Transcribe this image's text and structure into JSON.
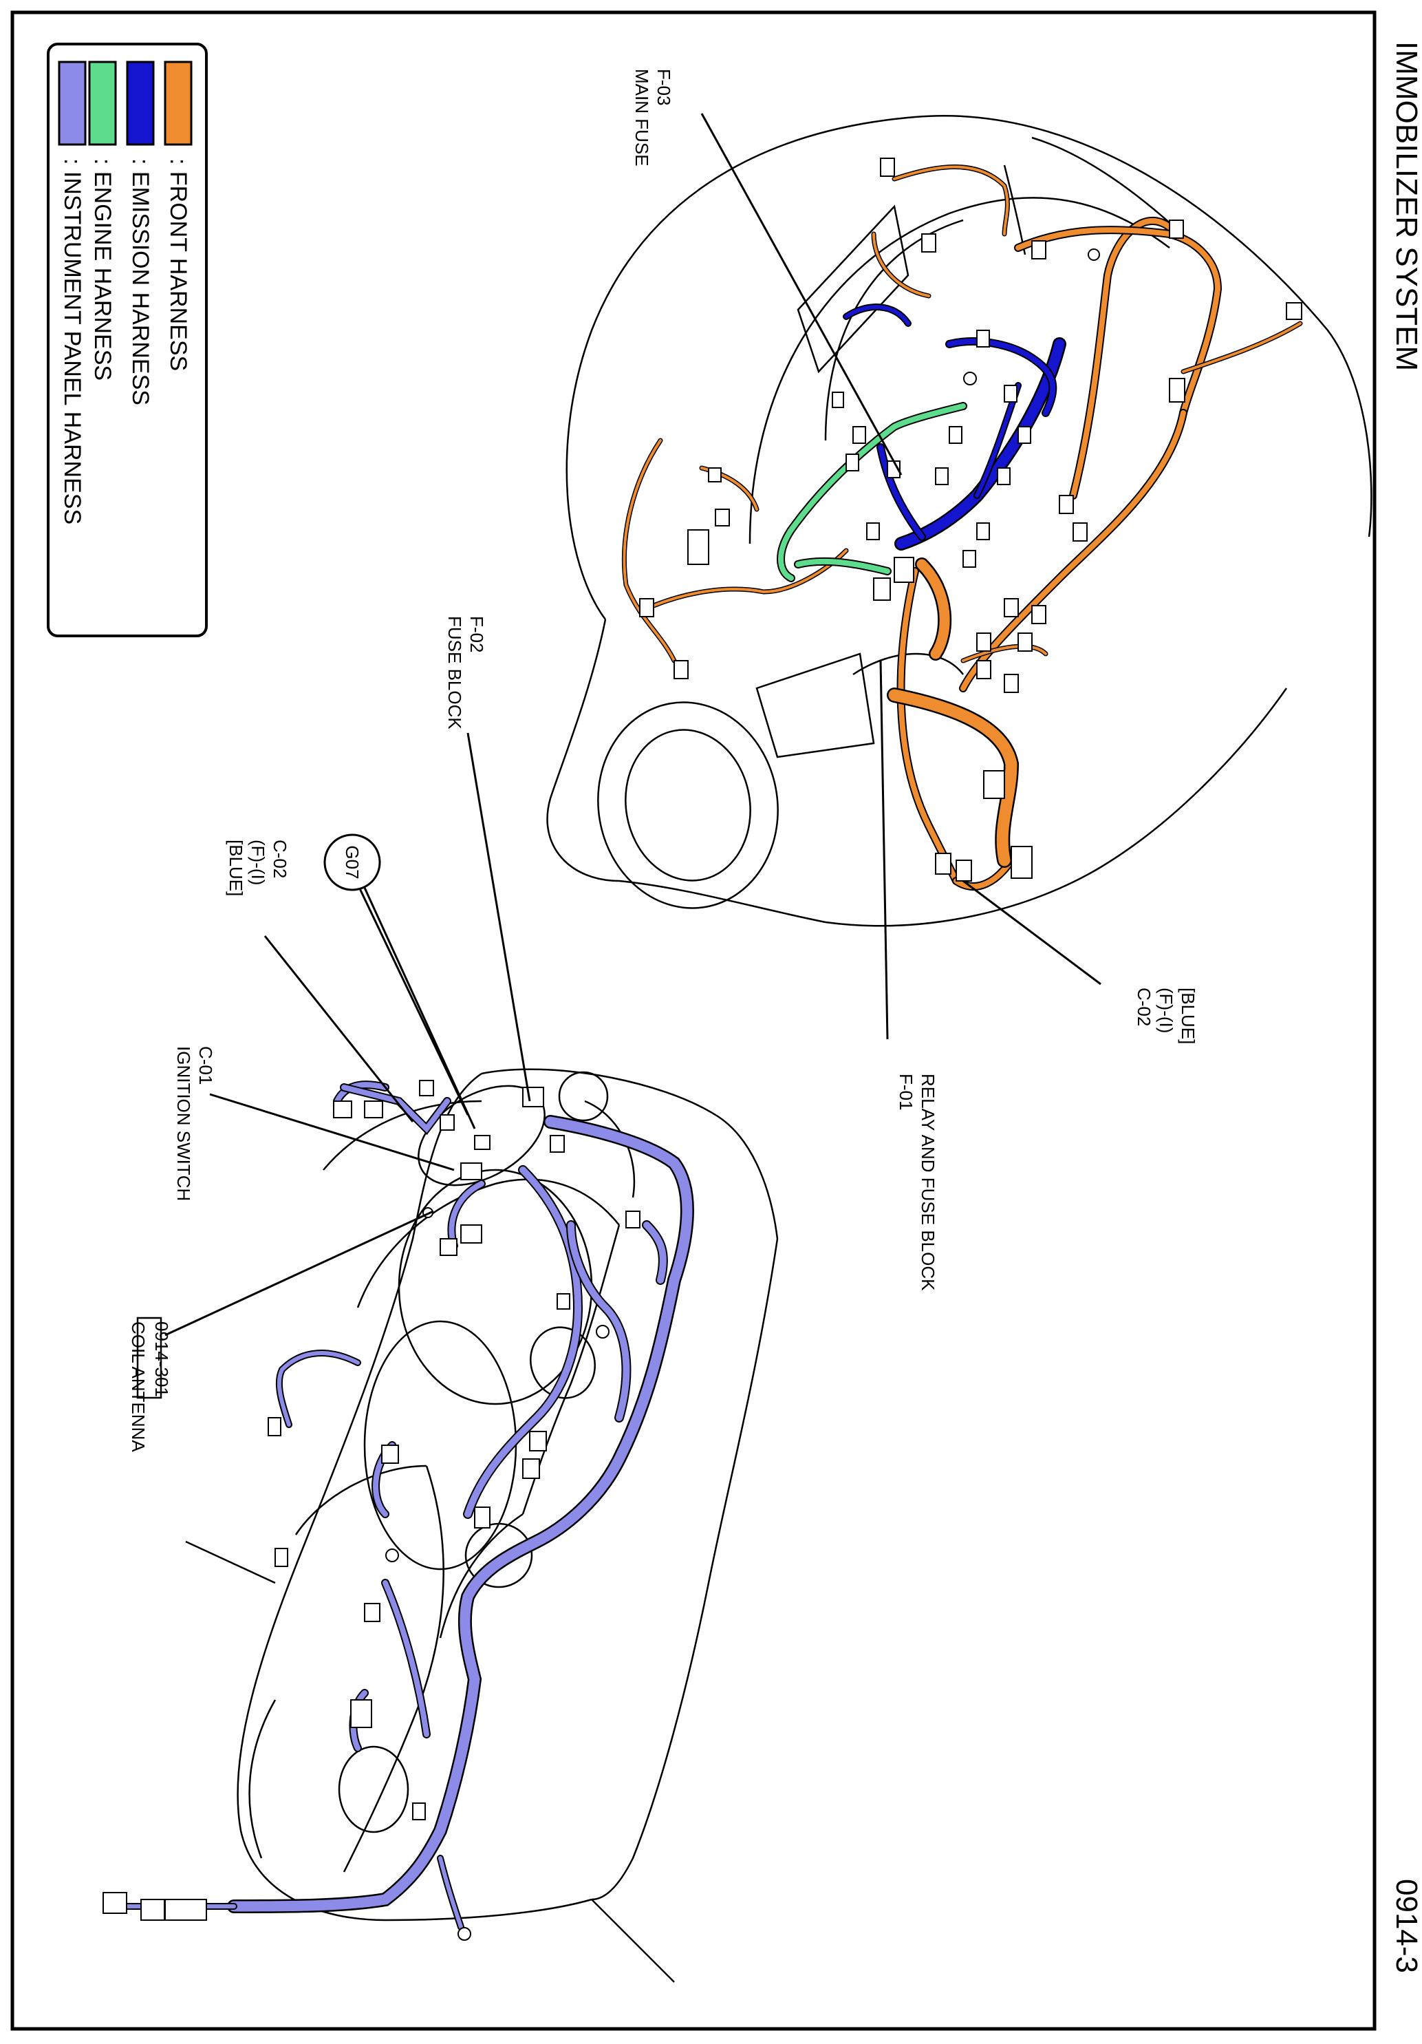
{
  "title": "IMMOBILIZER SYSTEM",
  "page_number": "0914-3",
  "legend": [
    {
      "label": ": FRONT HARNESS",
      "color": "#F08C30"
    },
    {
      "label": ": EMISSION HARNESS",
      "color": "#1515D0"
    },
    {
      "label": ": ENGINE HARNESS",
      "color": "#5CDC8C"
    },
    {
      "label": ": INSTRUMENT PANEL HARNESS",
      "color": "#8C8CE8"
    }
  ],
  "callouts": {
    "f03": [
      "F-03",
      "MAIN FUSE"
    ],
    "f02": [
      "F-02",
      "FUSE BLOCK"
    ],
    "f01": [
      "RELAY AND FUSE BLOCK",
      "F-01"
    ],
    "c02_engine": [
      "[BLUE]",
      "(F)-(I)",
      "C-02"
    ],
    "c02_panel": [
      "C-02",
      "(F)-(I)",
      "[BLUE]"
    ],
    "c01": [
      "C-01",
      "IGNITION SWITCH"
    ],
    "g07": "G07",
    "coil_ref": "0914-301",
    "coil_name": "COIL ANTENNA"
  },
  "colors": {
    "front": "#F08C30",
    "emission": "#1515D0",
    "engine": "#5CDC8C",
    "instrument": "#8C8CE8",
    "outline": "#000000"
  }
}
